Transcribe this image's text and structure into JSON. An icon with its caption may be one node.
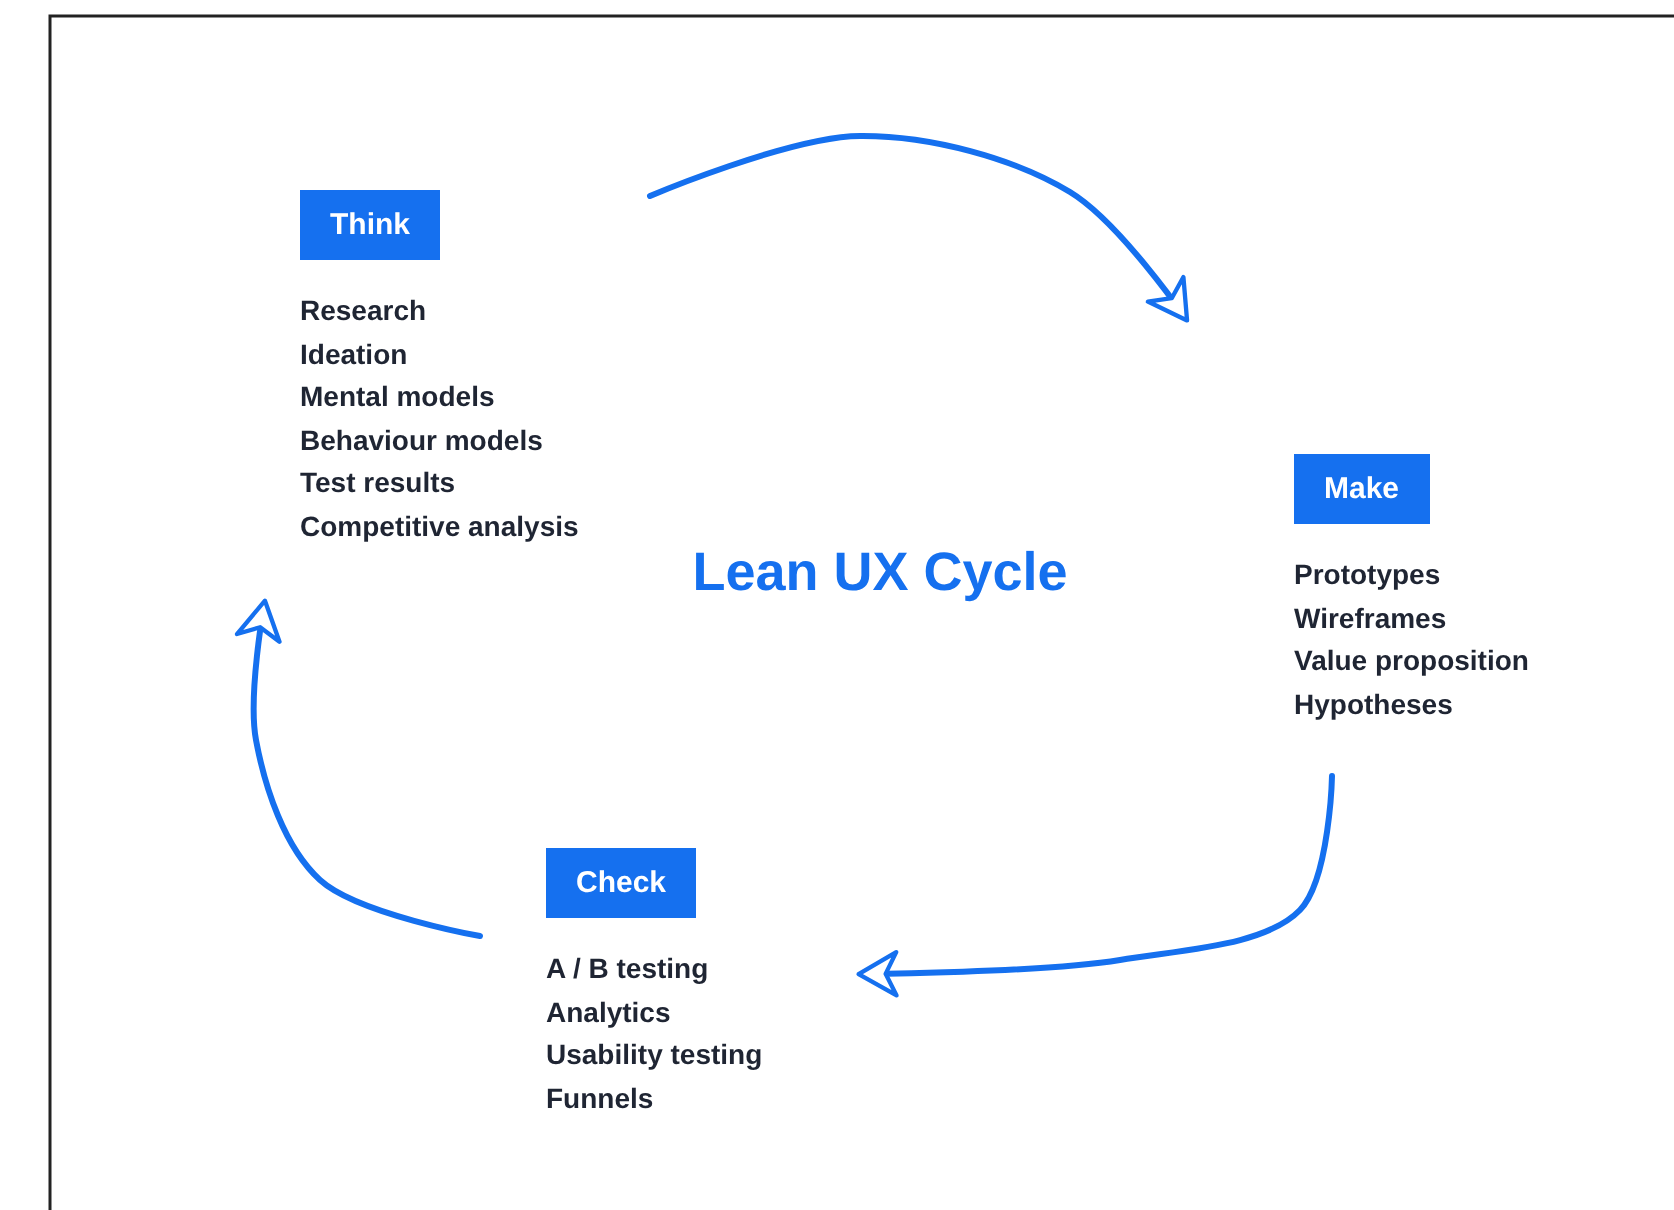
{
  "diagram": {
    "title": "Lean UX Cycle",
    "nodes": [
      {
        "text": [
          "Think"
        ],
        "beside": [
          "Research",
          "Ideation",
          "Mental models",
          "Behaviour models",
          "Test results",
          "Competitive analysis"
        ]
      },
      {
        "text": [
          "Make"
        ],
        "beside": [
          "Prototypes",
          "Wireframes",
          "Value proposition",
          "Hypotheses"
        ]
      },
      {
        "text": [
          "Check"
        ],
        "beside": [
          "A / B testing",
          "Analytics",
          "Usability testing",
          "Funnels"
        ]
      }
    ],
    "edges": [
      {
        "from": 0,
        "to": 1,
        "arrow": "to"
      },
      {
        "from": 1,
        "to": 2,
        "arrow": "to"
      },
      {
        "from": 2,
        "to": 0,
        "arrow": "to"
      }
    ]
  }
}
